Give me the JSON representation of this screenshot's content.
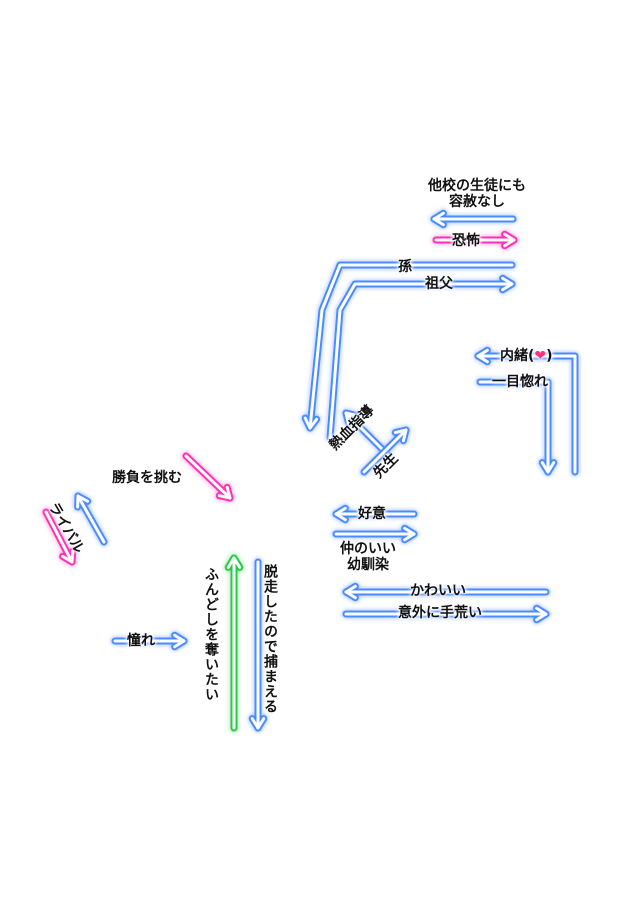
{
  "colors": {
    "blue": "#4a8cff",
    "pink": "#ff2fb8",
    "green": "#22cc44",
    "glow": "#ffffff"
  },
  "labels": {
    "other_students_1": "他校の生徒にも",
    "other_students_2": "容赦なし",
    "fear": "恐怖",
    "grandson": "孫",
    "grandfather": "祖父",
    "secret_1": "内緒(",
    "secret_heart": "❤",
    "secret_2": ")",
    "love_at_first_sight": "一目惚れ",
    "passionate_guidance": "熱血指導",
    "teacher": "先生",
    "goodwill": "好意",
    "close_friends_1": "仲のいい",
    "close_friends_2": "幼馴染",
    "cute": "かわいい",
    "rough": "意外に手荒い",
    "challenge": "勝負を挑む",
    "rival": "ライバル",
    "admire": "憧れ",
    "want_fundoshi": "ふんどしを奪いたい",
    "escape_catch": "脱走したので捕まえる"
  }
}
